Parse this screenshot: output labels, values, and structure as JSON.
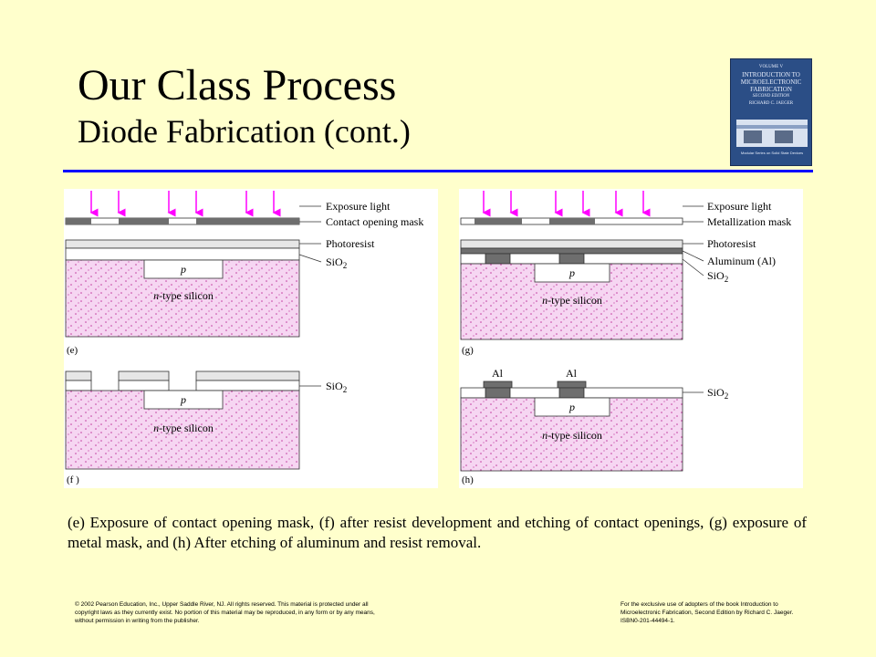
{
  "title": {
    "main": "Our Class Process",
    "sub": "Diode Fabrication (cont.)"
  },
  "book_cover": {
    "line1": "VOLUME V",
    "line2": "INTRODUCTION TO MICROELECTRONIC FABRICATION",
    "line3": "SECOND EDITION",
    "line4": "RICHARD C. JAEGER",
    "footer": "Modular Series on Solid State Devices"
  },
  "figures": {
    "e": {
      "tag": "(e)",
      "labels": [
        "Exposure light",
        "Contact opening mask",
        "Photoresist",
        "SiO2",
        "p",
        "n-type silicon"
      ]
    },
    "f": {
      "tag": "(f )",
      "labels": [
        "SiO2",
        "p",
        "n-type silicon"
      ]
    },
    "g": {
      "tag": "(g)",
      "labels": [
        "Exposure light",
        "Metallization mask",
        "Photoresist",
        "Aluminum (Al)",
        "SiO2",
        "p",
        "n-type silicon"
      ]
    },
    "h": {
      "tag": "(h)",
      "labels": [
        "Al",
        "Al",
        "SiO2",
        "p",
        "n-type silicon"
      ]
    }
  },
  "caption": "(e) Exposure of contact opening mask, (f) after resist development and etching of contact openings, (g) exposure of metal mask, and  (h) After etching of aluminum and resist removal.",
  "footer": {
    "left": "© 2002 Pearson Education, Inc., Upper Saddle River, NJ.  All rights reserved. This material is protected under all copyright laws as they currently exist. No portion of this material may be reproduced, in any form or by any means, without permission in writing from the publisher.",
    "right": "For the exclusive use of adopters of the book Introduction to Microelectronic Fabrication, Second Edition by Richard C. Jaeger.  ISBN0-201-44494-1."
  },
  "colors": {
    "background": "#ffffcc",
    "rule": "#0000ff",
    "silicon": "#f6d6f2",
    "dots": "#c23b9f",
    "arrow": "#ff00ff",
    "mask": "#6e6e6e",
    "aluminum": "#6e6e6e"
  }
}
